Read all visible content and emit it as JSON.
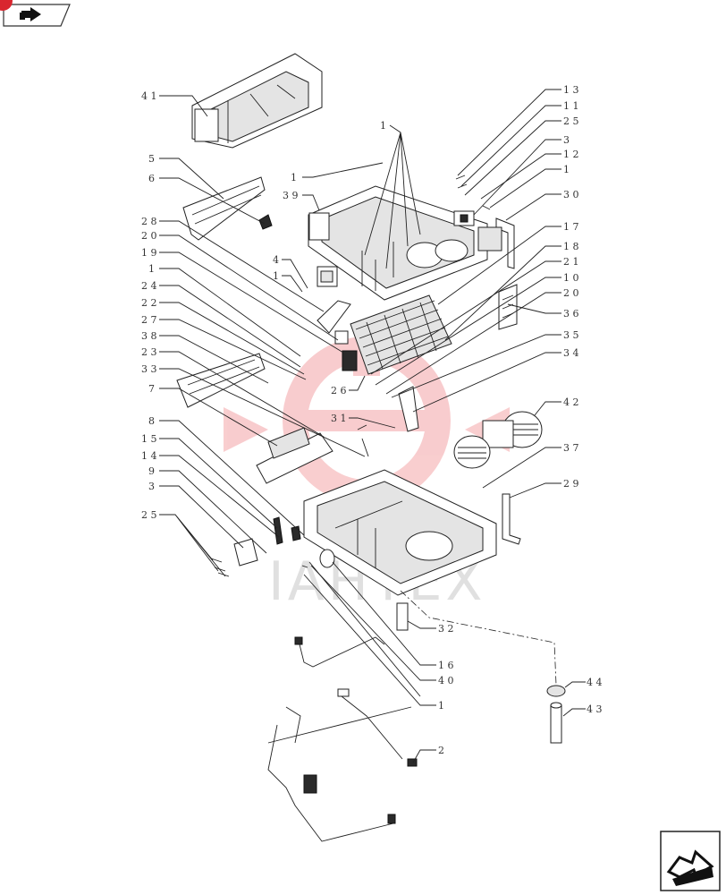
{
  "nav": {
    "back_icon": "arrow-right-icon",
    "next_icon": "arrow-forward-icon",
    "badge_color": "#d9262f"
  },
  "watermark": {
    "text": "IAHTEX",
    "color": "#e31e24"
  },
  "callouts": [
    {
      "id": "c41",
      "label": "41"
    },
    {
      "id": "c5",
      "label": "5"
    },
    {
      "id": "c6",
      "label": "6"
    },
    {
      "id": "c28",
      "label": "28"
    },
    {
      "id": "c20a",
      "label": "20"
    },
    {
      "id": "c19",
      "label": "19"
    },
    {
      "id": "c1a",
      "label": "1"
    },
    {
      "id": "c24",
      "label": "24"
    },
    {
      "id": "c22",
      "label": "22"
    },
    {
      "id": "c27",
      "label": "27"
    },
    {
      "id": "c38",
      "label": "38"
    },
    {
      "id": "c23",
      "label": "23"
    },
    {
      "id": "c33",
      "label": "33"
    },
    {
      "id": "c7",
      "label": "7"
    },
    {
      "id": "c8",
      "label": "8"
    },
    {
      "id": "c15",
      "label": "15"
    },
    {
      "id": "c14",
      "label": "14"
    },
    {
      "id": "c9",
      "label": "9"
    },
    {
      "id": "c3a",
      "label": "3"
    },
    {
      "id": "c25a",
      "label": "25"
    },
    {
      "id": "c1b",
      "label": "1"
    },
    {
      "id": "c1c",
      "label": "1"
    },
    {
      "id": "c39",
      "label": "39"
    },
    {
      "id": "c4",
      "label": "4"
    },
    {
      "id": "c1d",
      "label": "1"
    },
    {
      "id": "c13",
      "label": "13"
    },
    {
      "id": "c11",
      "label": "11"
    },
    {
      "id": "c25b",
      "label": "25"
    },
    {
      "id": "c3b",
      "label": "3"
    },
    {
      "id": "c12",
      "label": "12"
    },
    {
      "id": "c1e",
      "label": "1"
    },
    {
      "id": "c30",
      "label": "30"
    },
    {
      "id": "c17",
      "label": "17"
    },
    {
      "id": "c18",
      "label": "18"
    },
    {
      "id": "c21",
      "label": "21"
    },
    {
      "id": "c10",
      "label": "10"
    },
    {
      "id": "c20b",
      "label": "20"
    },
    {
      "id": "c36",
      "label": "36"
    },
    {
      "id": "c35",
      "label": "35"
    },
    {
      "id": "c34",
      "label": "34"
    },
    {
      "id": "c26",
      "label": "26"
    },
    {
      "id": "c31",
      "label": "31"
    },
    {
      "id": "c42",
      "label": "42"
    },
    {
      "id": "c37",
      "label": "37"
    },
    {
      "id": "c29",
      "label": "29"
    },
    {
      "id": "c32",
      "label": "32"
    },
    {
      "id": "c16",
      "label": "16"
    },
    {
      "id": "c40",
      "label": "40"
    },
    {
      "id": "c1f",
      "label": "1"
    },
    {
      "id": "c2",
      "label": "2"
    },
    {
      "id": "c44",
      "label": "44"
    },
    {
      "id": "c43",
      "label": "43"
    }
  ]
}
